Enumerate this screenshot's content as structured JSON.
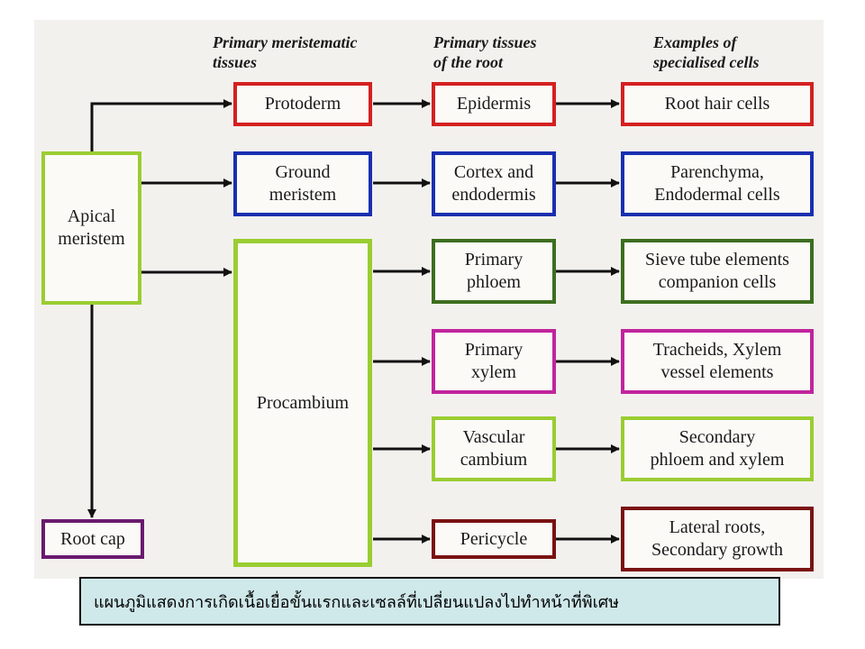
{
  "headers": {
    "col1": "Primary meristematic\ntissues",
    "col2": "Primary tissues\nof the root",
    "col3": "Examples of\nspecialised cells"
  },
  "nodes": {
    "apical": "Apical\nmeristem",
    "root_cap": "Root cap",
    "protoderm": "Protoderm",
    "ground": "Ground\nmeristem",
    "procambium": "Procambium",
    "epidermis": "Epidermis",
    "cortex": "Cortex and\nendodermis",
    "phloem": "Primary\nphloem",
    "xylem": "Primary\nxylem",
    "vascular": "Vascular\ncambium",
    "pericycle": "Pericycle",
    "root_hair": "Root hair cells",
    "parenchyma": "Parenchyma,\nEndodermal cells",
    "sieve": "Sieve tube elements\ncompanion cells",
    "tracheids": "Tracheids, Xylem\nvessel elements",
    "secondary": "Secondary\nphloem and xylem",
    "lateral": "Lateral roots,\nSecondary growth"
  },
  "colors": {
    "red": "#d42020",
    "blue": "#1a2fb0",
    "yellow_green": "#9acd32",
    "dark_green": "#3c6e1f",
    "magenta": "#c0259c",
    "dark_red": "#7a1212",
    "purple": "#6a1a6e"
  },
  "caption": "แผนภูมิแสดงการเกิดเนื้อเยื่อขั้นแรกและเซลล์ที่เปลี่ยนแปลงไปทำหน้าที่พิเศษ"
}
